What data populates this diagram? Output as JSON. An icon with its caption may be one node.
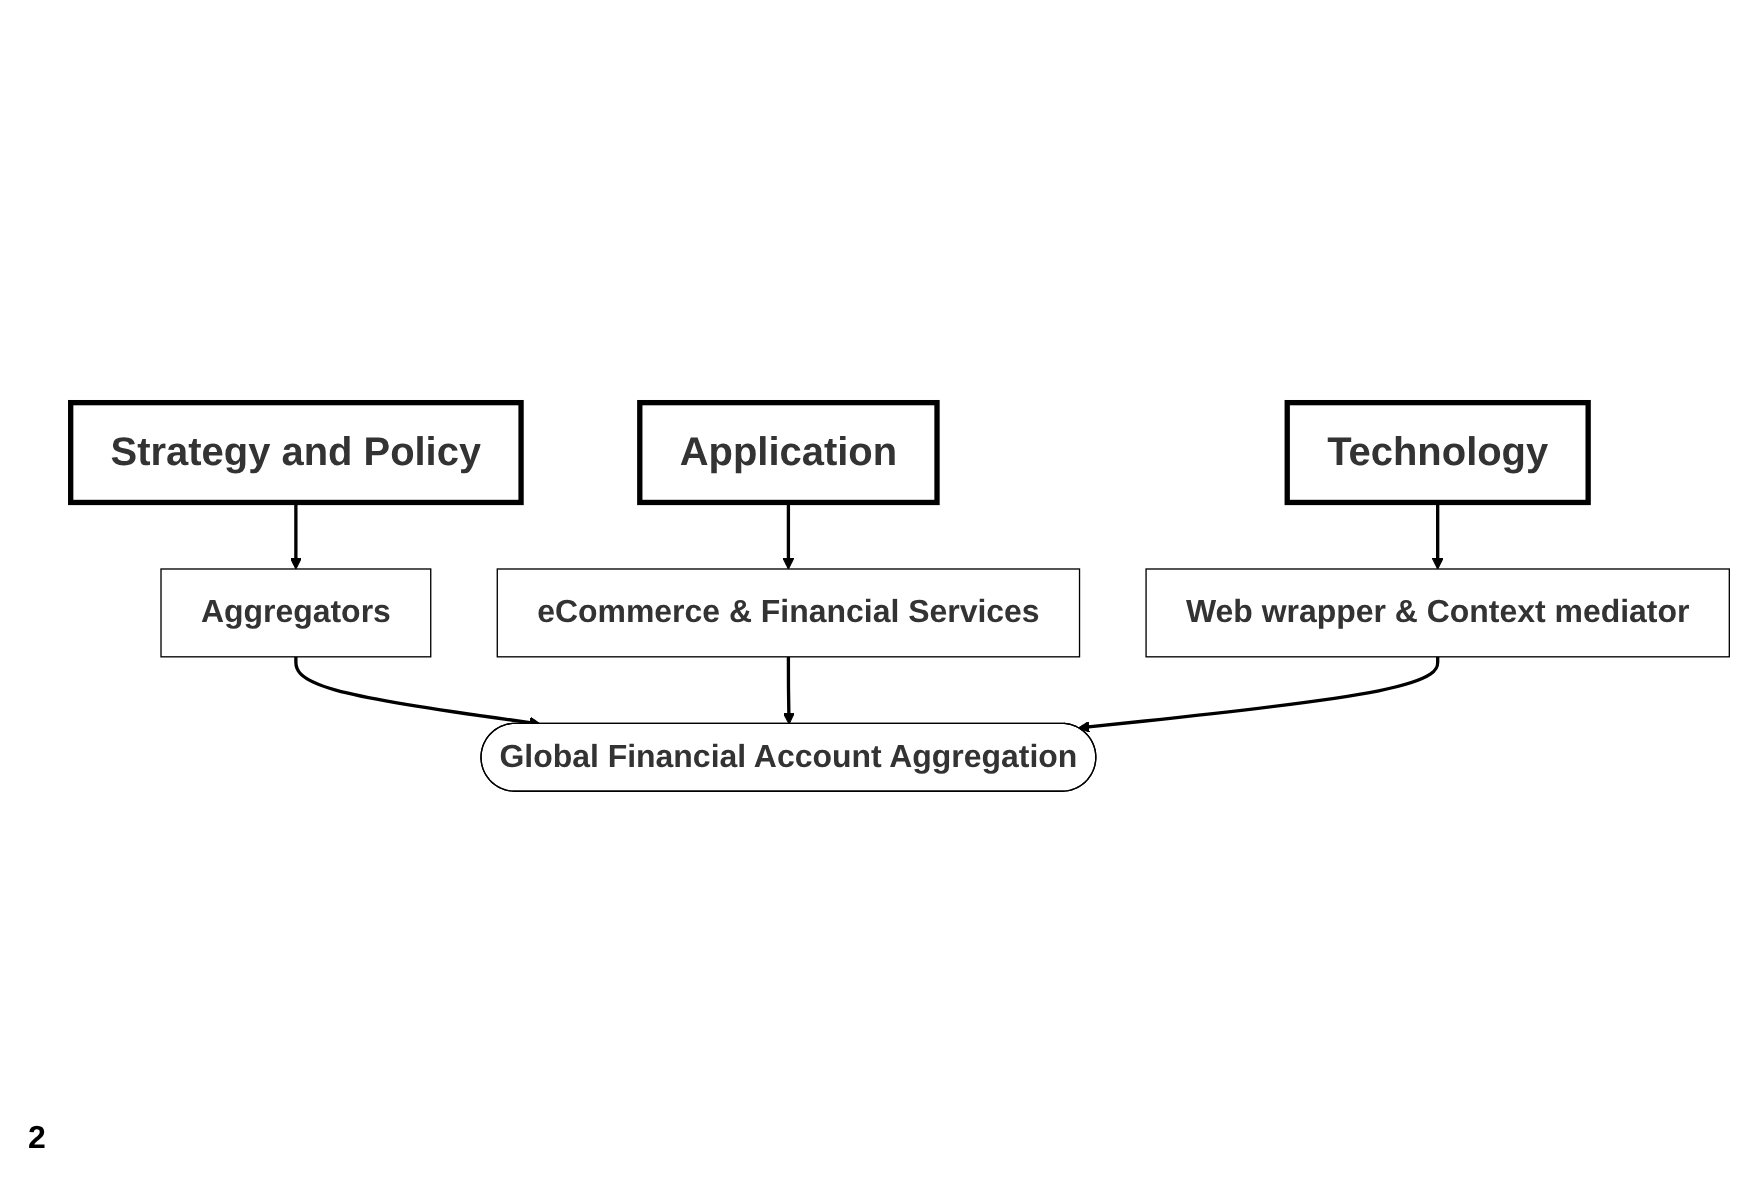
{
  "diagram": {
    "nodes": [
      {
        "text": [
          "Strategy and Policy"
        ]
      },
      {
        "text": [
          "Application"
        ]
      },
      {
        "text": [
          "Aggregators"
        ]
      },
      {
        "text": [
          "eCommerce & Financial Services"
        ]
      },
      {
        "text": [
          "Global Financial Account Aggregation"
        ]
      },
      {
        "text": [
          "Web wrapper & Context mediator"
        ]
      },
      {
        "text": [
          "Technology"
        ]
      }
    ],
    "edges": [
      {
        "from": 0,
        "to": 2,
        "arrow": "to"
      },
      {
        "from": 1,
        "to": 3,
        "arrow": "to"
      },
      {
        "from": 2,
        "to": 4,
        "arrow": "to"
      },
      {
        "from": 3,
        "to": 4,
        "arrow": "to"
      },
      {
        "from": 5,
        "to": 4,
        "arrow": "to"
      },
      {
        "from": 6,
        "to": 5,
        "arrow": "to"
      }
    ],
    "labels": [
      "2"
    ]
  }
}
